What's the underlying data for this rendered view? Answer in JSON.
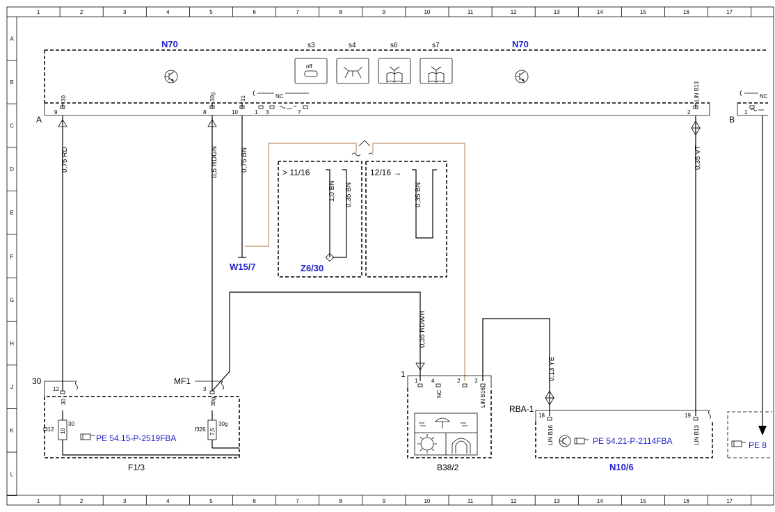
{
  "grid": {
    "columns": [
      "1",
      "2",
      "3",
      "4",
      "5",
      "6",
      "7",
      "8",
      "9",
      "10",
      "11",
      "12",
      "13",
      "14",
      "15",
      "16",
      "17"
    ],
    "rows": [
      "A",
      "B",
      "C",
      "D",
      "E",
      "F",
      "G",
      "H",
      "J",
      "K",
      "L"
    ]
  },
  "n70": {
    "label_left": "N70",
    "label_right": "N70",
    "connector_a": "A",
    "connector_b": "B",
    "switches": [
      "s3",
      "s4",
      "s6",
      "s7"
    ],
    "off_text": "off",
    "pins": {
      "p9": "9",
      "p8": "8",
      "p10": "10",
      "p1": "1",
      "p3": "3",
      "p7": "7",
      "p2": "2",
      "pb1": "1",
      "t30": "30",
      "t30g": "30g",
      "t31": "31",
      "nc1": "NC",
      "lin": "LIN B13",
      "nc2": "NC"
    }
  },
  "wires": {
    "w1": "0,75 RD",
    "w2": "0,5 RDGN",
    "w3": "0,75 BN",
    "w4": "0,35 VT",
    "w5": "1,0 BN",
    "w6": "0,35 BN",
    "w7": "0,35 BN",
    "w8": "0,35 RDWH",
    "w9": "0,13 YE"
  },
  "variants": {
    "v1": "> 11/16",
    "v2": "12/16 →"
  },
  "components": {
    "w15": "W15/7",
    "z6": "Z6/30",
    "f13": "F1/3",
    "b382": "B38/2",
    "n106": "N10/6",
    "rba": "RBA-1"
  },
  "fuse_box": {
    "p30": "30",
    "p12": "12",
    "mf1": "MF1",
    "p3": "3",
    "t30a": "30",
    "t30b": "30g",
    "f312": "f312",
    "f326": "f326",
    "r10": "10",
    "r75": "7,5",
    "t30c": "30",
    "t30d": "30g",
    "ref": "PE 54.15-P-2519FBA"
  },
  "b38": {
    "p_top": "1",
    "pins": [
      "1",
      "4",
      "2",
      "3"
    ],
    "nc": "NC",
    "lin": "LIN B16"
  },
  "n10": {
    "p18": "18",
    "p19": "19",
    "lin16": "LIN B16",
    "lin13": "LIN B13",
    "ref": "PE 54.21-P-2114FBA",
    "ref_cut": "PE 8"
  }
}
